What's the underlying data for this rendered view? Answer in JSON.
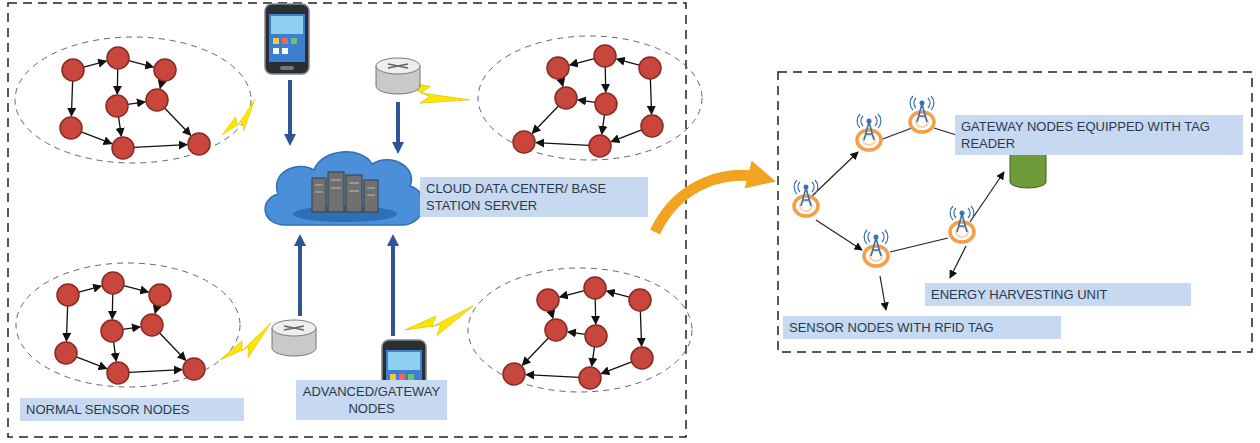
{
  "diagram": {
    "nodes": [
      {
        "text": [
          "CLOUD DATA CENTER/ BASE STATION SERVER"
        ]
      },
      {
        "text": [
          "NORMAL SENSOR NODES"
        ]
      },
      {
        "text": [
          "ADVANCED/GATEWAY NODES"
        ]
      },
      {
        "text": [
          "GATEWAY NODES EQUIPPED WITH TAG READER"
        ]
      },
      {
        "text": [
          "ENERGY HARVESTING UNIT"
        ]
      },
      {
        "text": [
          "SENSOR NODES WITH RFID TAG"
        ]
      }
    ]
  }
}
